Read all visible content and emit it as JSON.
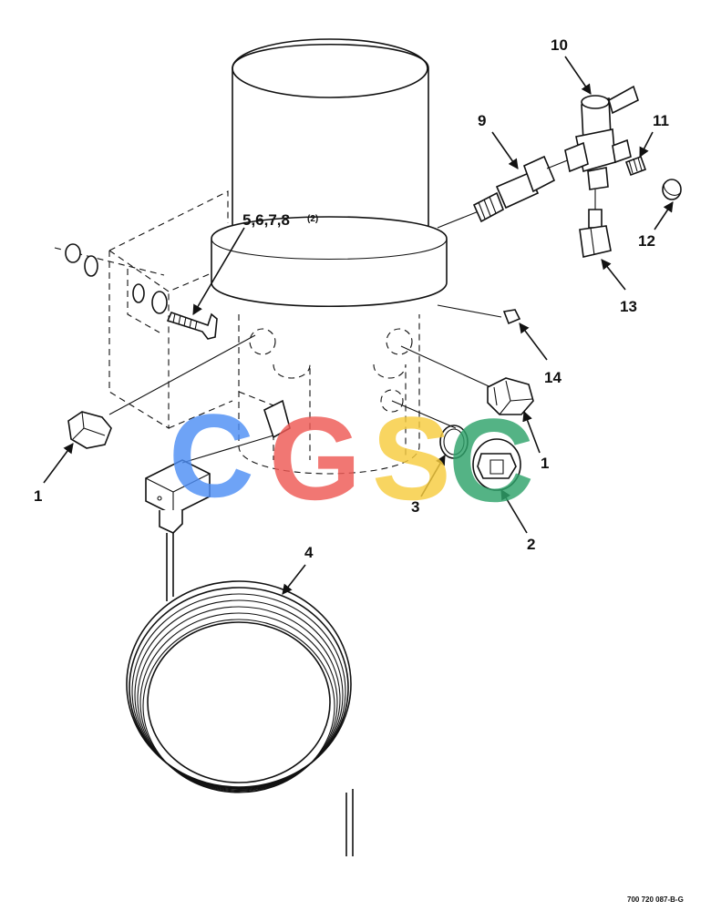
{
  "callouts": {
    "c1_left": "1",
    "c1_right": "1",
    "c2": "2",
    "c3": "3",
    "c4": "4",
    "c5678": "5,6,7,8",
    "c5678_qty": "(2)",
    "c9": "9",
    "c10": "10",
    "c11": "11",
    "c12": "12",
    "c13": "13",
    "c14": "14"
  },
  "figure_id": "700 720 087-B-G",
  "watermark": {
    "letters": [
      "C",
      "G",
      "S",
      "C"
    ],
    "colors": [
      "#4f8ff5",
      "#ef5a55",
      "#f7cc3f",
      "#2fa36b"
    ]
  }
}
